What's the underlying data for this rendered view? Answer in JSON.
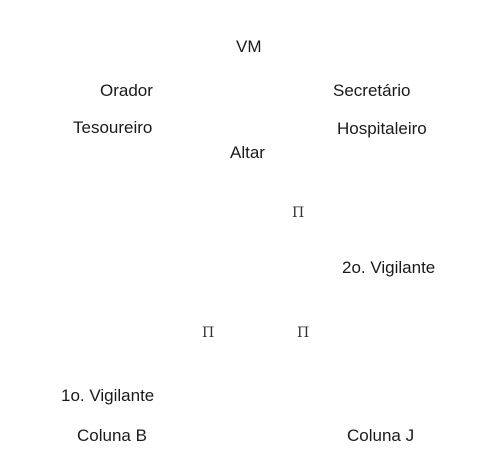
{
  "labels": {
    "vm": "VM",
    "orador": "Orador",
    "secretario": "Secretário",
    "tesoureiro": "Tesoureiro",
    "hospitaleiro": "Hospitaleiro",
    "altar": "Altar",
    "segundo_vigilante": "2o. Vigilante",
    "primeiro_vigilante": "1o. Vigilante",
    "coluna_b": "Coluna B",
    "coluna_j": "Coluna J"
  },
  "markers": {
    "glyph": "Π",
    "icon_name": "pi-marker-icon"
  }
}
